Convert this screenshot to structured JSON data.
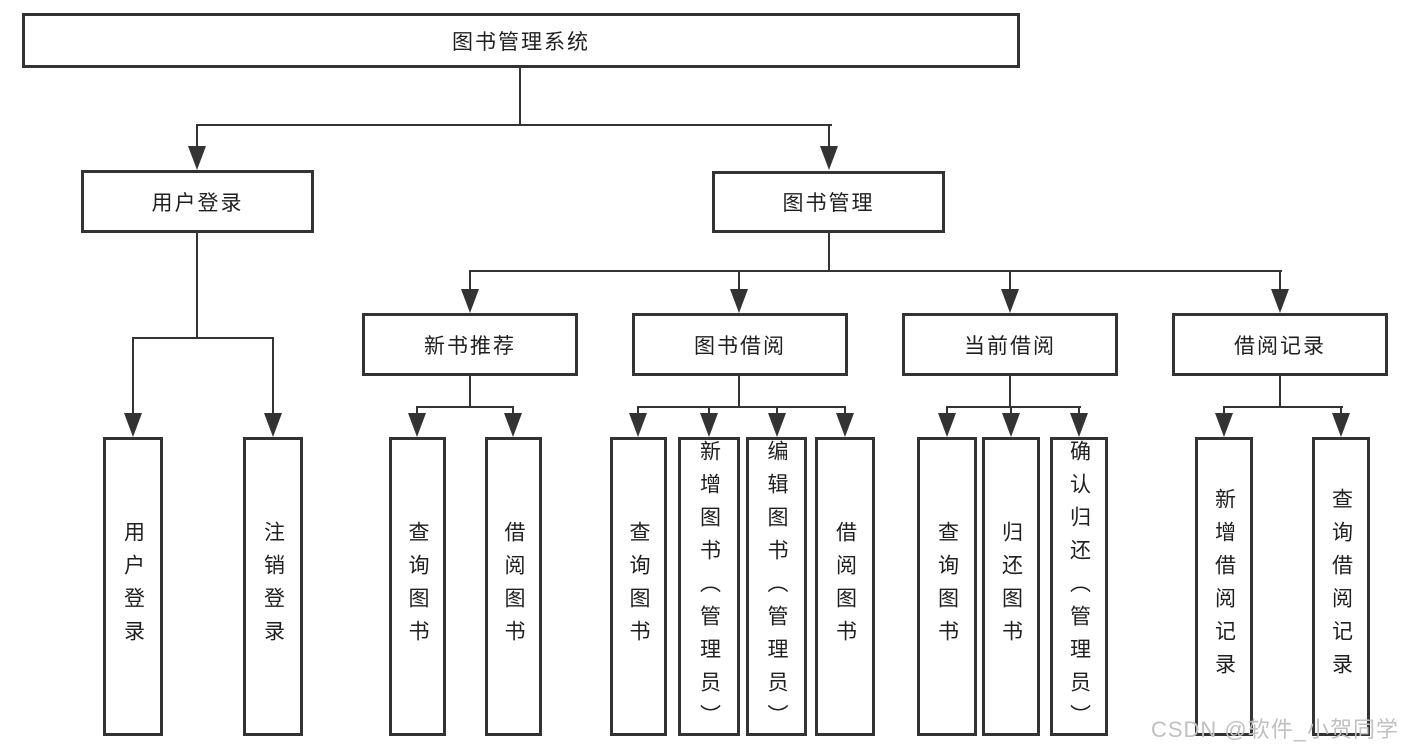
{
  "diagram": {
    "root_label": "图书管理系统",
    "branches": [
      {
        "label": "用户登录",
        "children": [
          "用户登录",
          "注销登录"
        ]
      },
      {
        "label": "图书管理",
        "sections": [
          {
            "label": "新书推荐",
            "children": [
              "查询图书",
              "借阅图书"
            ]
          },
          {
            "label": "图书借阅",
            "children": [
              "查询图书",
              "新增图书（管理员）",
              "编辑图书（管理员）",
              "借阅图书"
            ]
          },
          {
            "label": "当前借阅",
            "children": [
              "查询图书",
              "归还图书",
              "确认归还（管理员）"
            ]
          },
          {
            "label": "借阅记录",
            "children": [
              "新增借阅记录",
              "查询借阅记录"
            ]
          }
        ]
      }
    ]
  },
  "watermark": {
    "text": "CSDN @软件_小贺同学"
  },
  "colors": {
    "line": "#333333",
    "box_border": "#333333",
    "text": "#1f1f1f",
    "watermark": "#c0c0c0",
    "background": "#ffffff"
  }
}
